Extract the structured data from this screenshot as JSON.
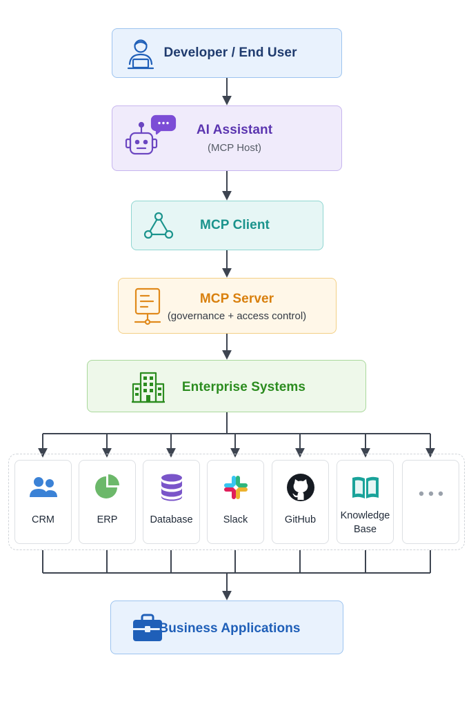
{
  "colors": {
    "user": "#1f3b6e",
    "assistant": "#5b35b0",
    "client": "#1a938c",
    "server": "#d9800e",
    "enterprise": "#2b8c1f",
    "business": "#1f5fb8",
    "connector": "#3d4450"
  },
  "nodes": {
    "user": {
      "title": "Developer / End User",
      "icon": "user-laptop-icon"
    },
    "assistant": {
      "title": "AI Assistant",
      "subtitle": "(MCP Host)",
      "icon": "robot-chat-icon"
    },
    "client": {
      "title": "MCP Client",
      "icon": "network-nodes-icon"
    },
    "server": {
      "title": "MCP Server",
      "subtitle": "(governance + access control)",
      "icon": "server-icon"
    },
    "enterprise": {
      "title": "Enterprise Systems",
      "icon": "building-icon"
    },
    "business": {
      "title": "Business Applications",
      "icon": "briefcase-icon"
    }
  },
  "systems": [
    {
      "label": "CRM",
      "icon": "people-icon"
    },
    {
      "label": "ERP",
      "icon": "pie-chart-icon"
    },
    {
      "label": "Database",
      "icon": "database-icon"
    },
    {
      "label": "Slack",
      "icon": "slack-icon"
    },
    {
      "label": "GitHub",
      "icon": "github-icon"
    },
    {
      "label": "Knowledge Base",
      "icon": "book-icon"
    },
    {
      "label": "…",
      "icon": "more-icon"
    }
  ]
}
